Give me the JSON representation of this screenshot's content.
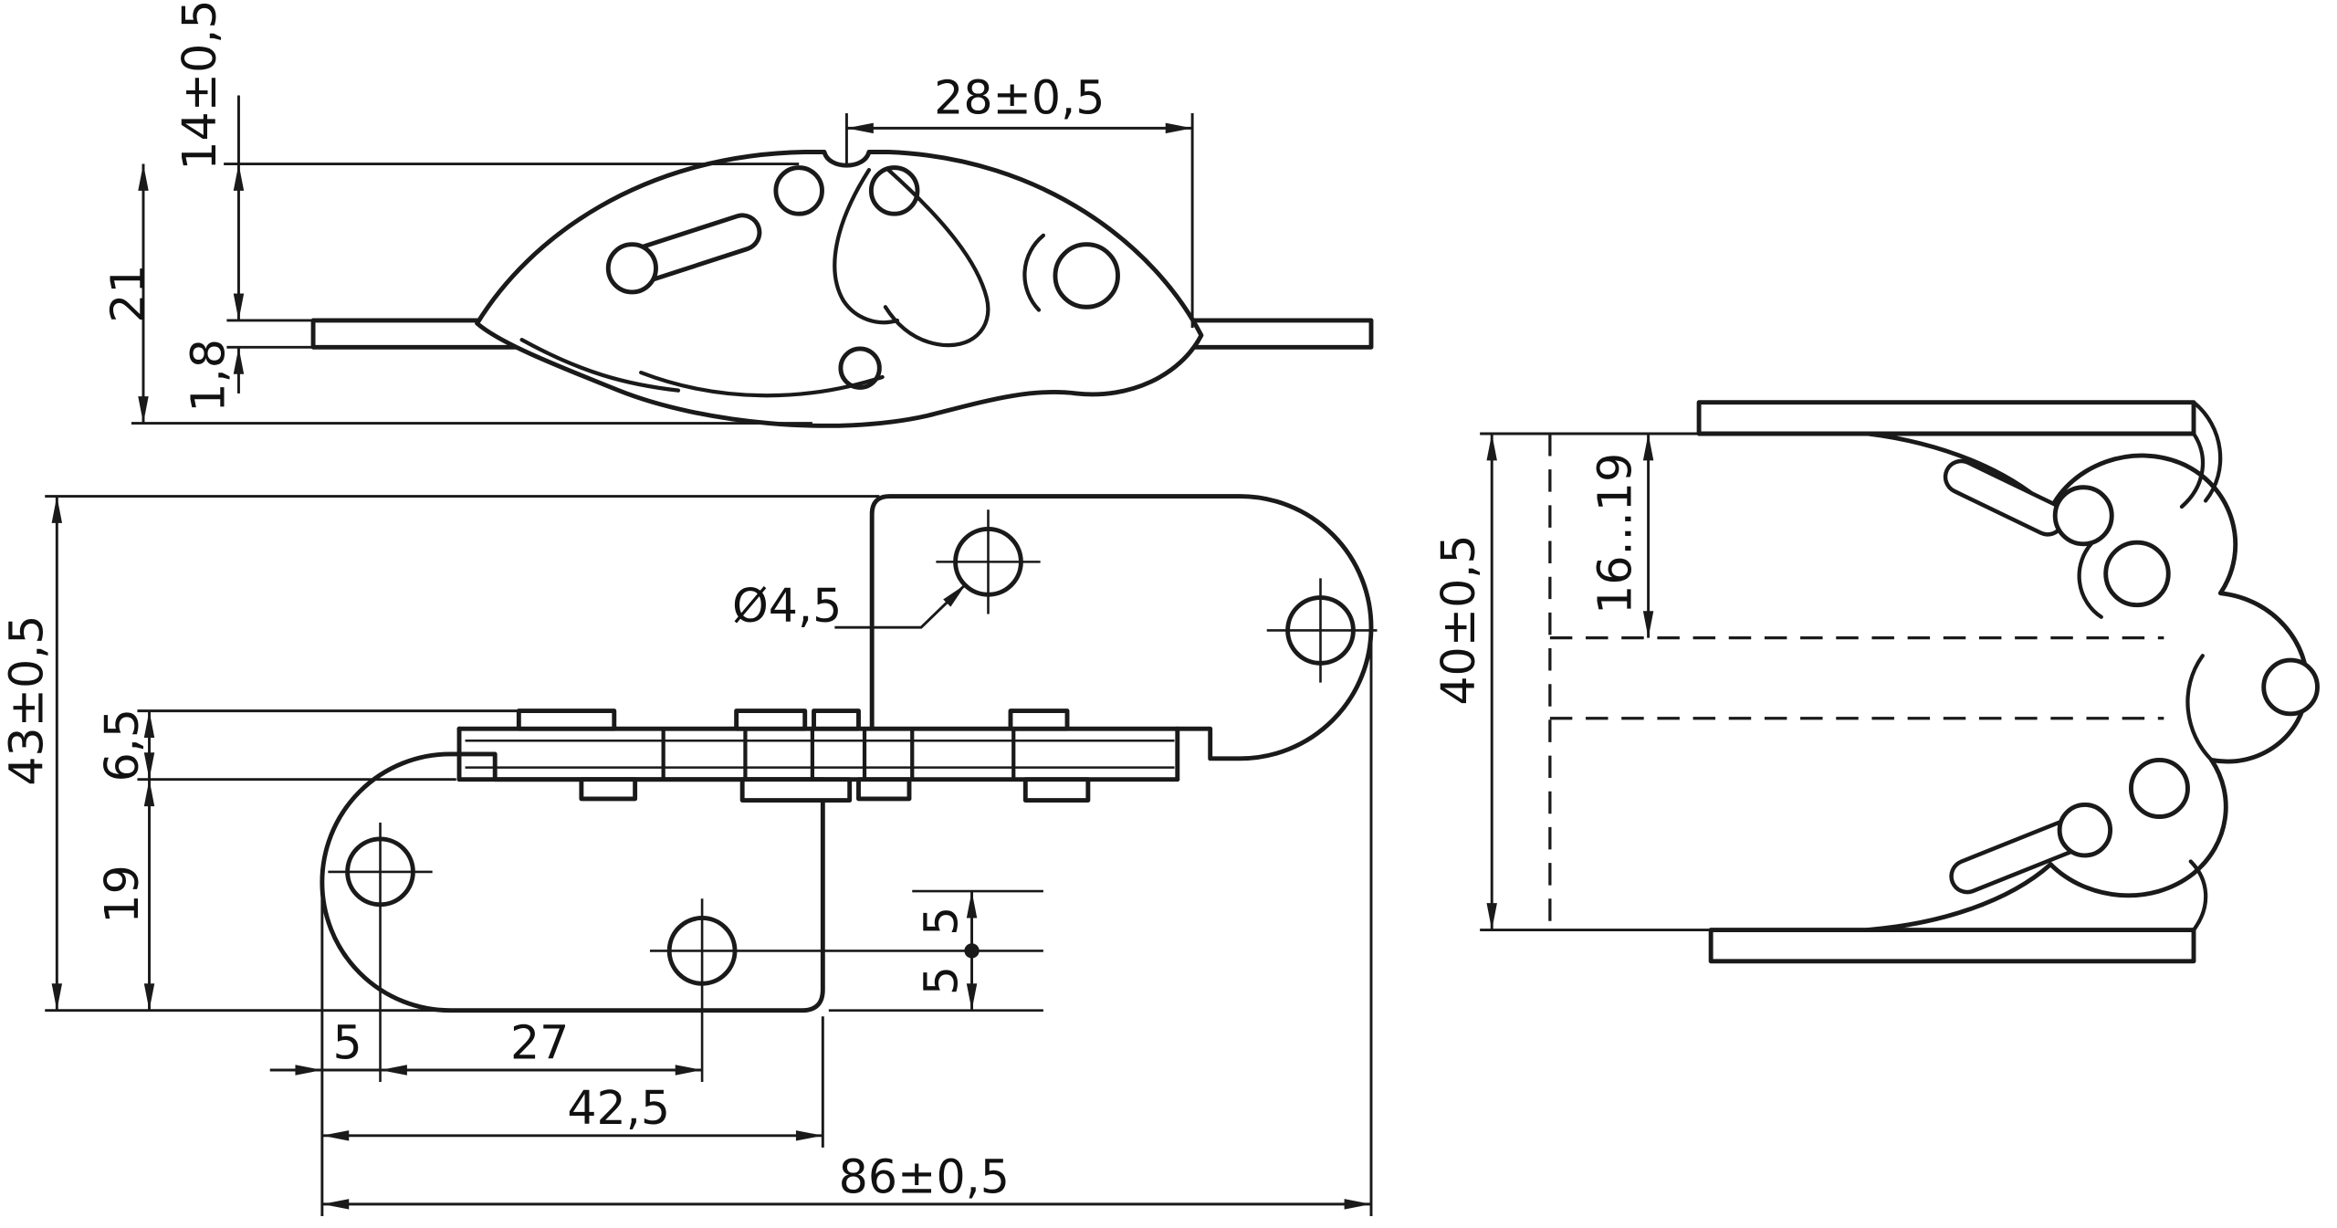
{
  "colors": {
    "background": "#ffffff",
    "line": "#1a1a1a",
    "text": "#111111"
  },
  "dims": {
    "d14": "14±0,5",
    "d28": "28±0,5",
    "d21": "21",
    "d18": "1,8",
    "d43": "43±0,5",
    "d65": "6,5",
    "d19": "19",
    "dia45": "Ø4,5",
    "d5edge": "5",
    "d27": "27",
    "d425": "42,5",
    "d86": "86±0,5",
    "d5a": "5",
    "d5b": "5",
    "d40": "40±0,5",
    "d1619": "16...19"
  }
}
